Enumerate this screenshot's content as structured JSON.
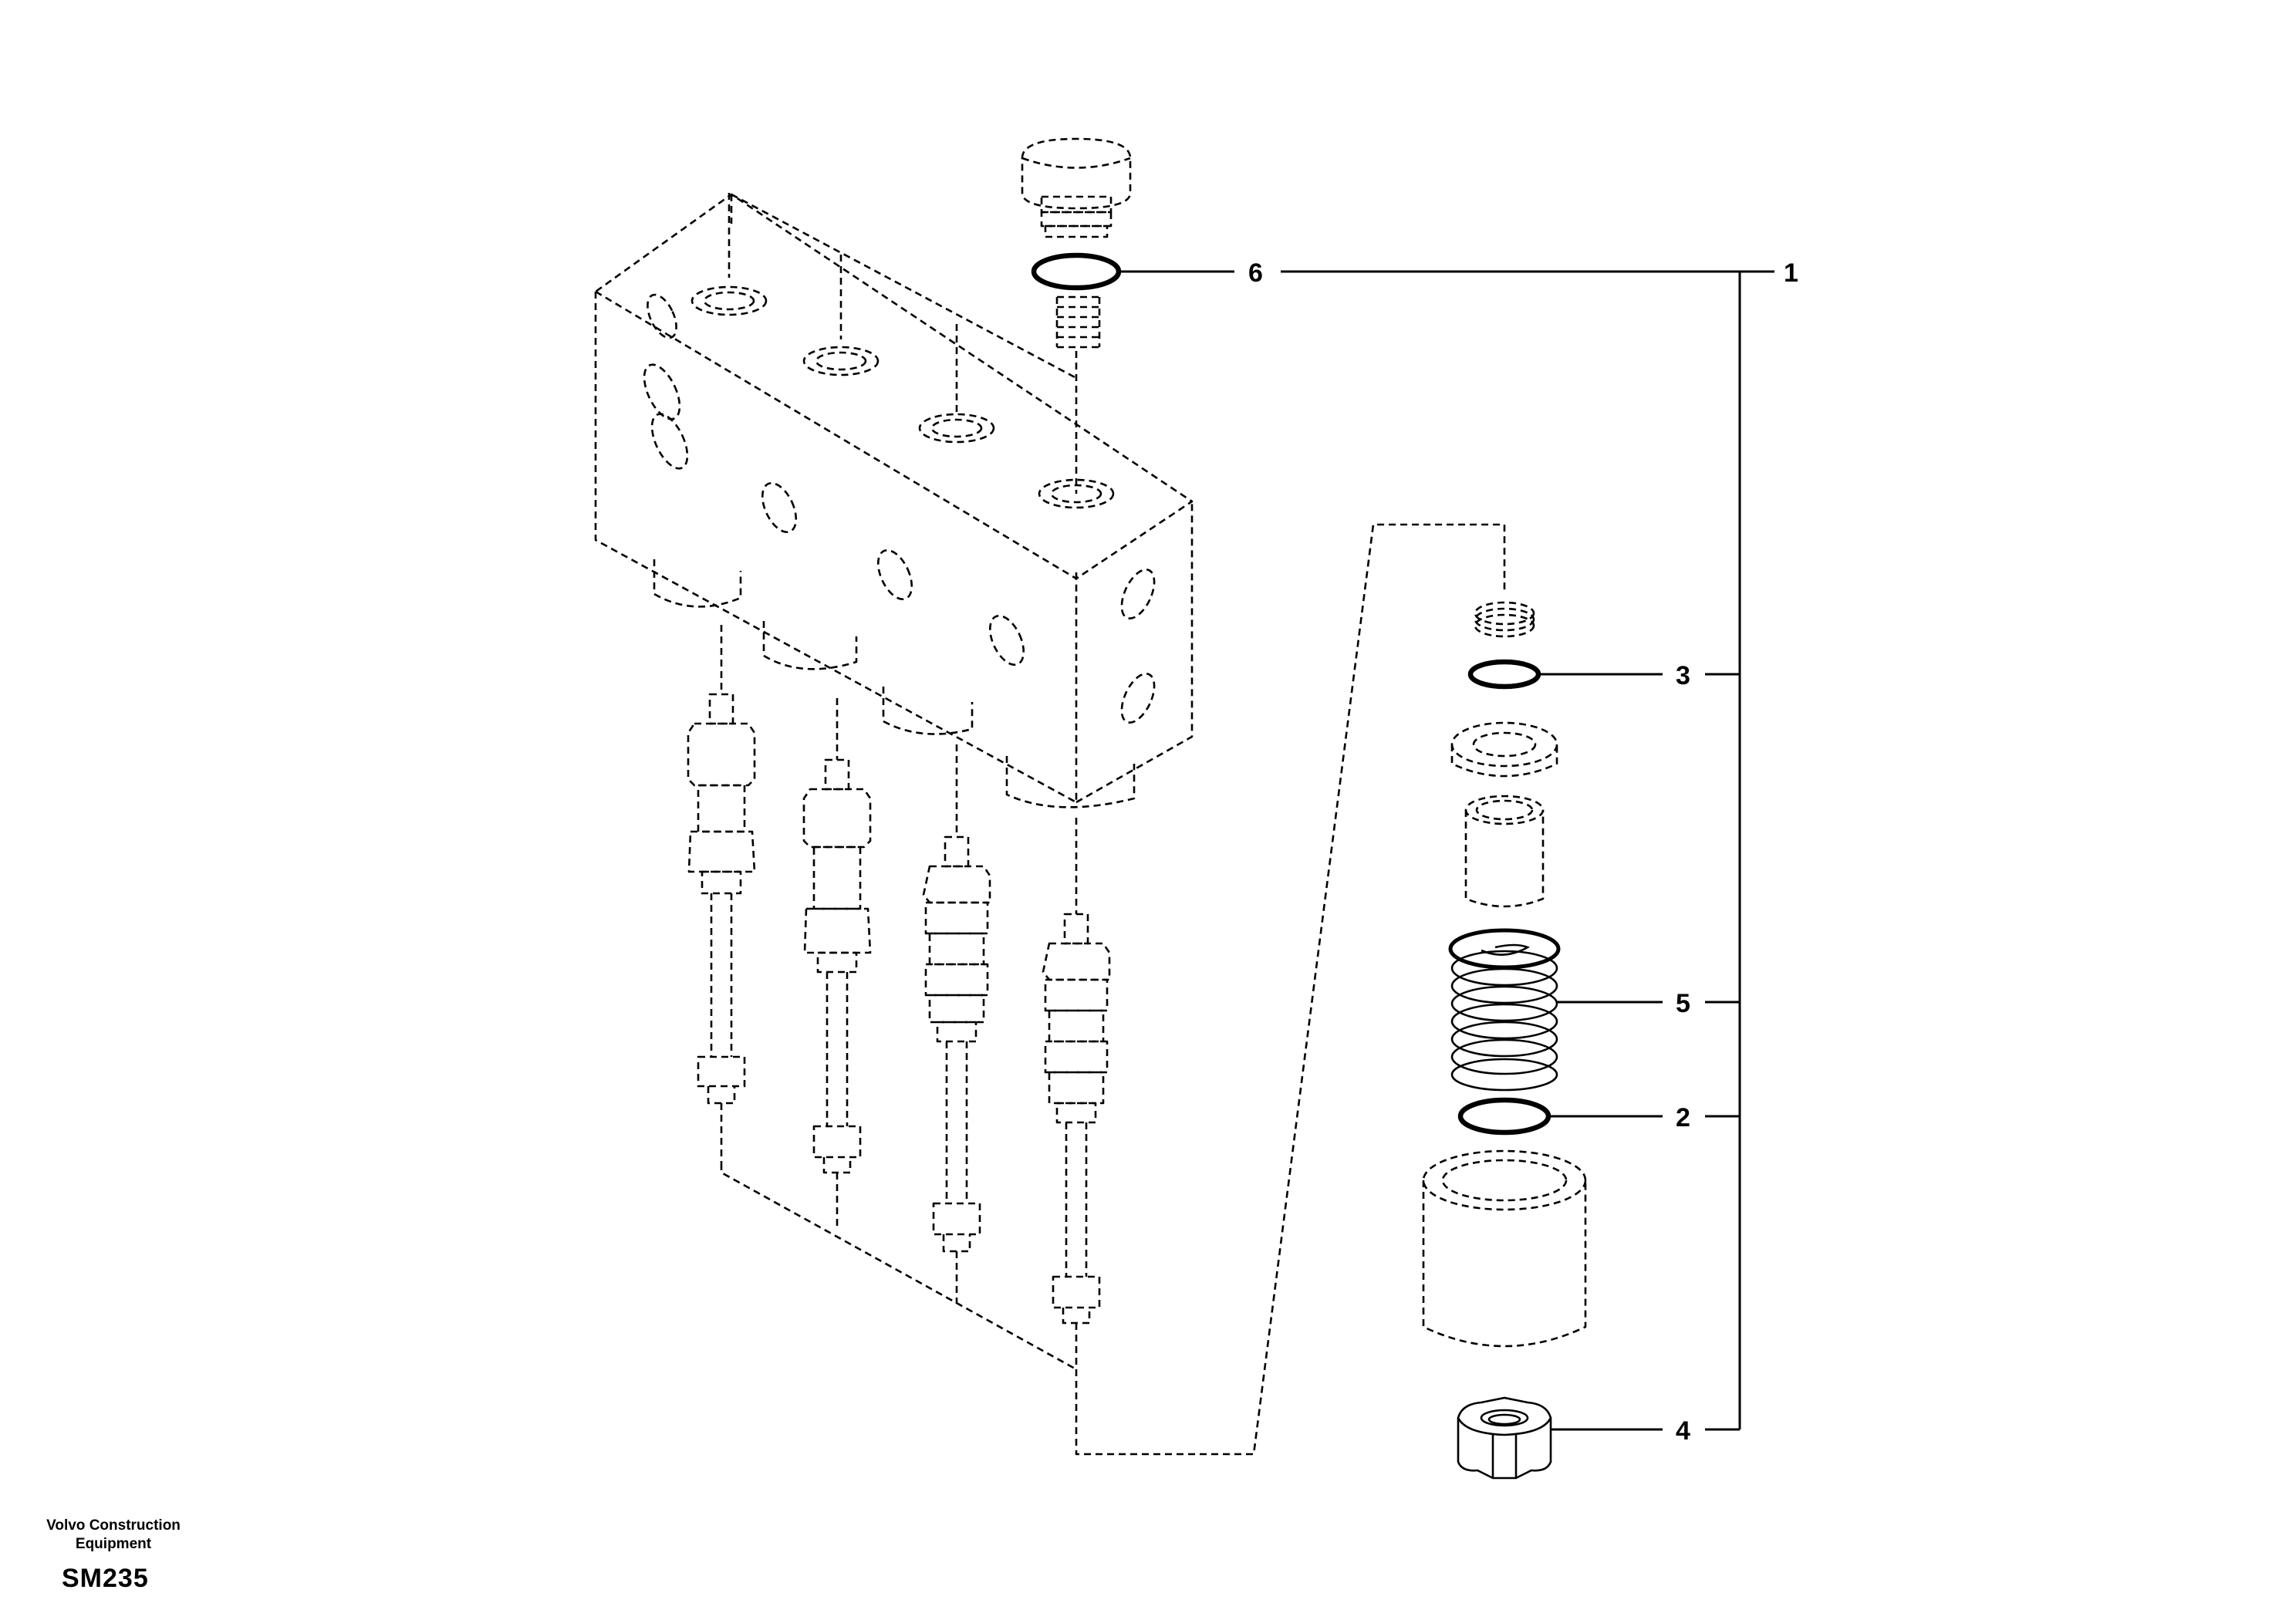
{
  "callouts": {
    "c1": "1",
    "c2": "2",
    "c3": "3",
    "c4": "4",
    "c5": "5",
    "c6": "6"
  },
  "brand": {
    "line1": "Volvo Construction",
    "line2": "Equipment",
    "code": "SM235"
  }
}
